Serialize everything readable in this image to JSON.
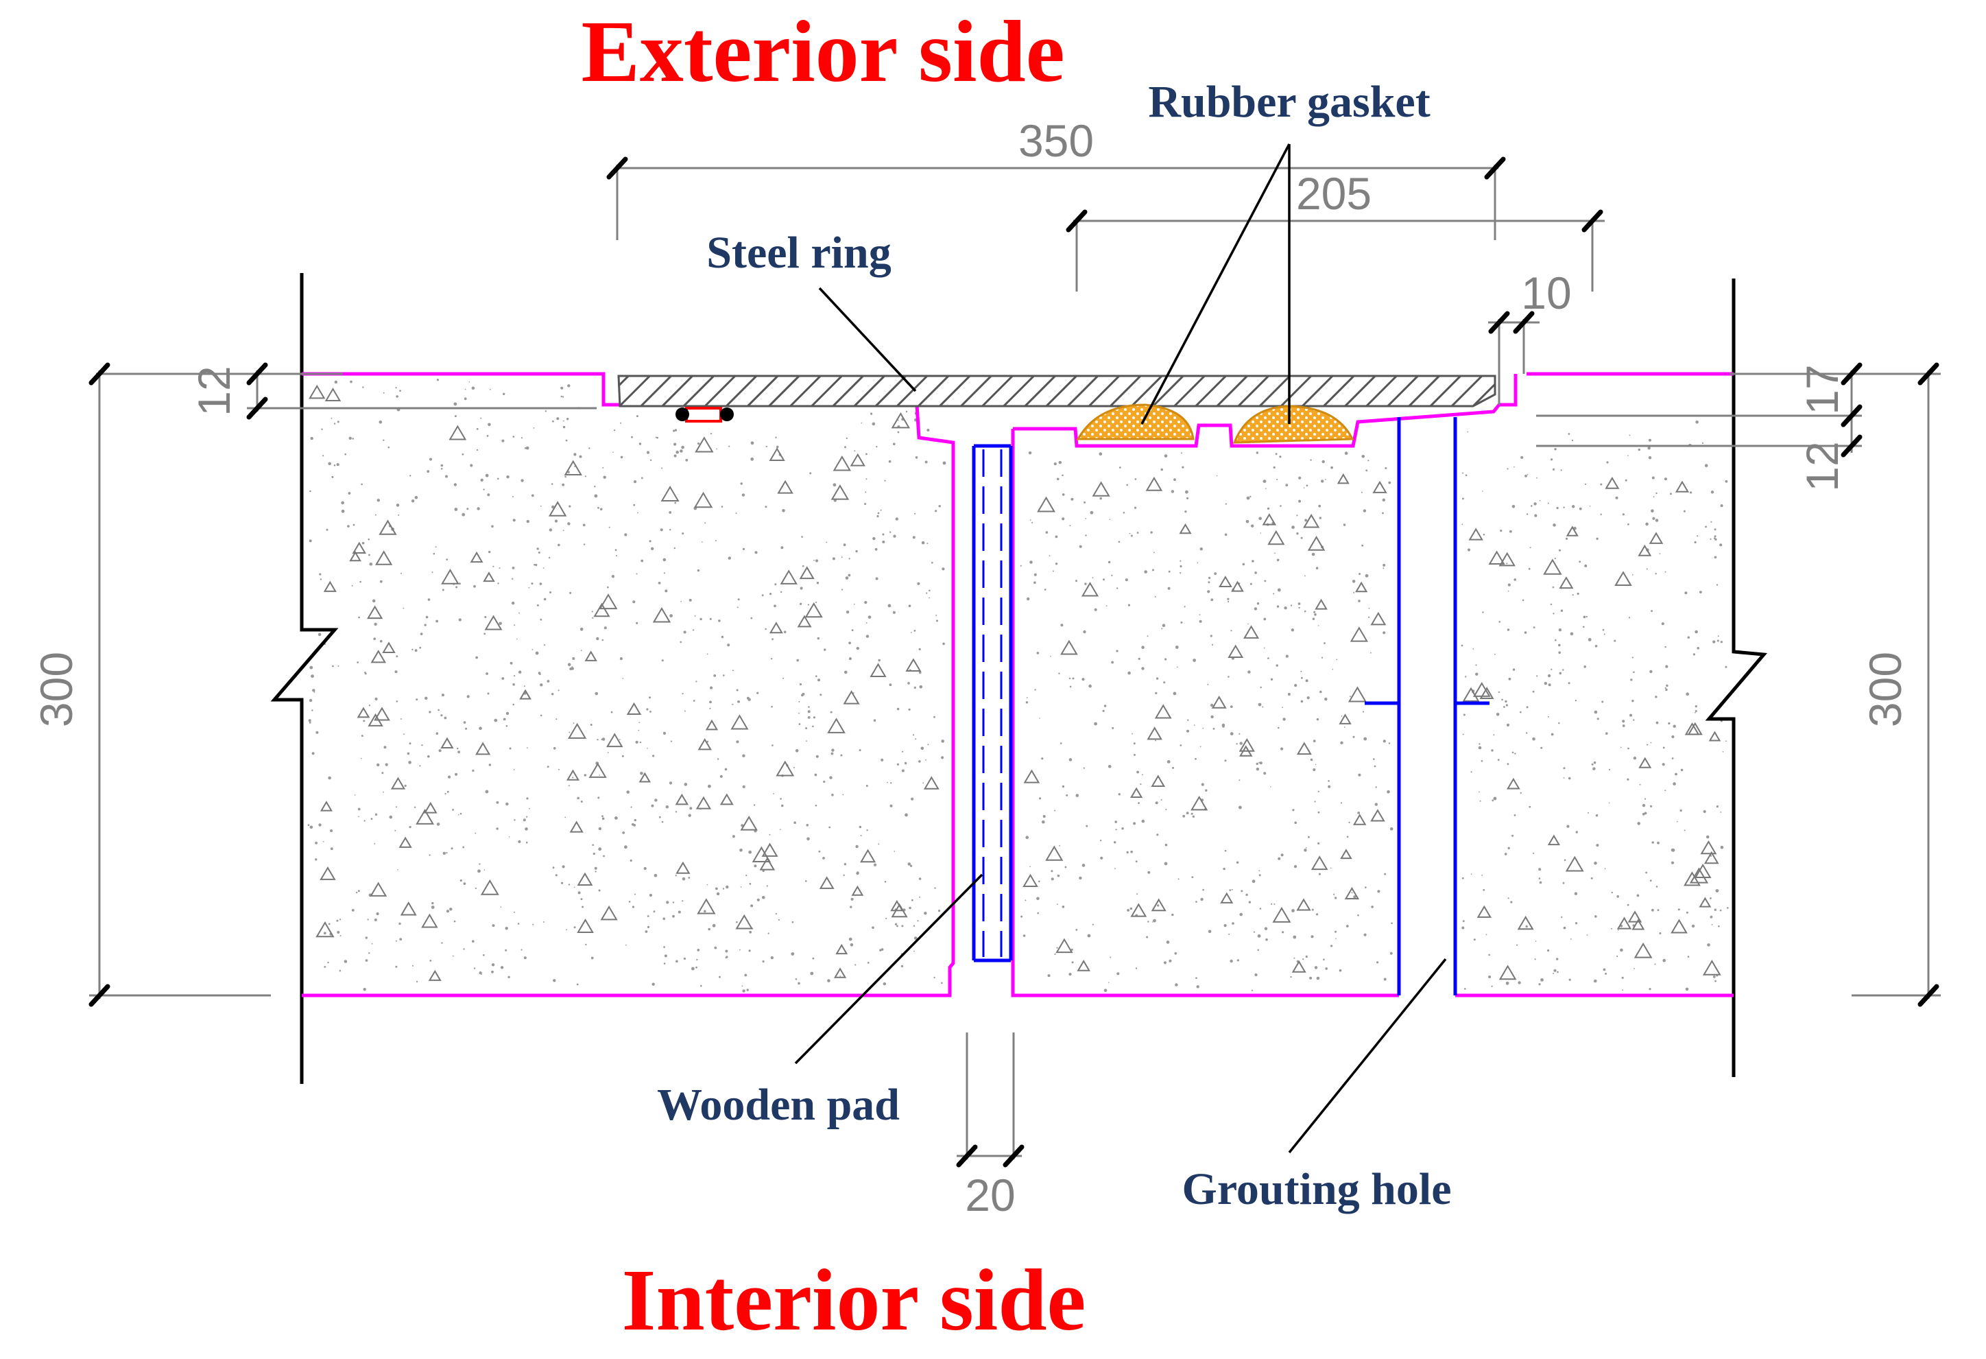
{
  "titles": {
    "exterior": "Exterior side",
    "interior": "Interior side"
  },
  "labels": {
    "steel_ring": "Steel ring",
    "rubber_gasket": "Rubber gasket",
    "wooden_pad": "Wooden pad",
    "grouting_hole": "Grouting hole"
  },
  "dimensions": {
    "top_span": "350",
    "gasket_span": "205",
    "gap_top": "10",
    "left_recess": "12",
    "right_upper": "17",
    "right_lower": "12",
    "left_height": "300",
    "right_height": "300",
    "bottom_gap": "20"
  },
  "colors": {
    "title": "#ff0000",
    "label": "#1f3864",
    "segment_outline": "#ff00ff",
    "grout_channel": "#0000ff",
    "gasket_fill": "#f5a623",
    "dimension": "#808080"
  }
}
